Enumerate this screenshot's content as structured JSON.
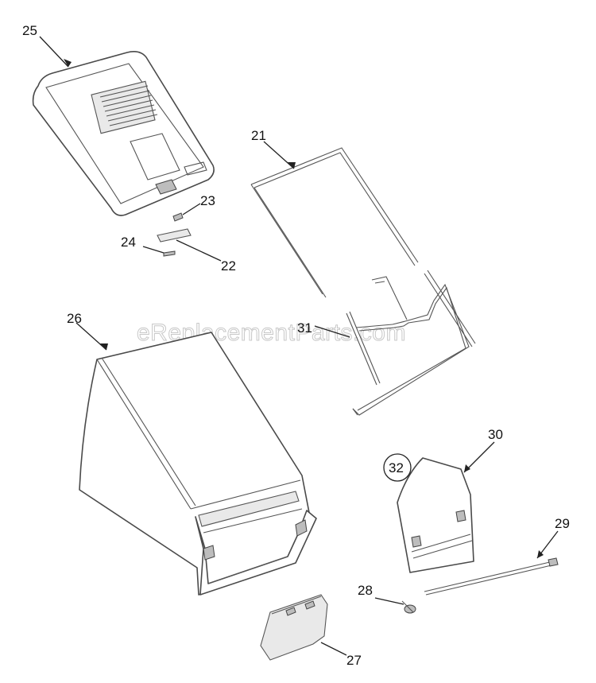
{
  "watermark": "eReplacementParts.com",
  "callouts": {
    "p21": "21",
    "p22": "22",
    "p23": "23",
    "p24": "24",
    "p25": "25",
    "p26": "26",
    "p27": "27",
    "p28": "28",
    "p29": "29",
    "p30": "30",
    "p31": "31",
    "p32": "32"
  }
}
